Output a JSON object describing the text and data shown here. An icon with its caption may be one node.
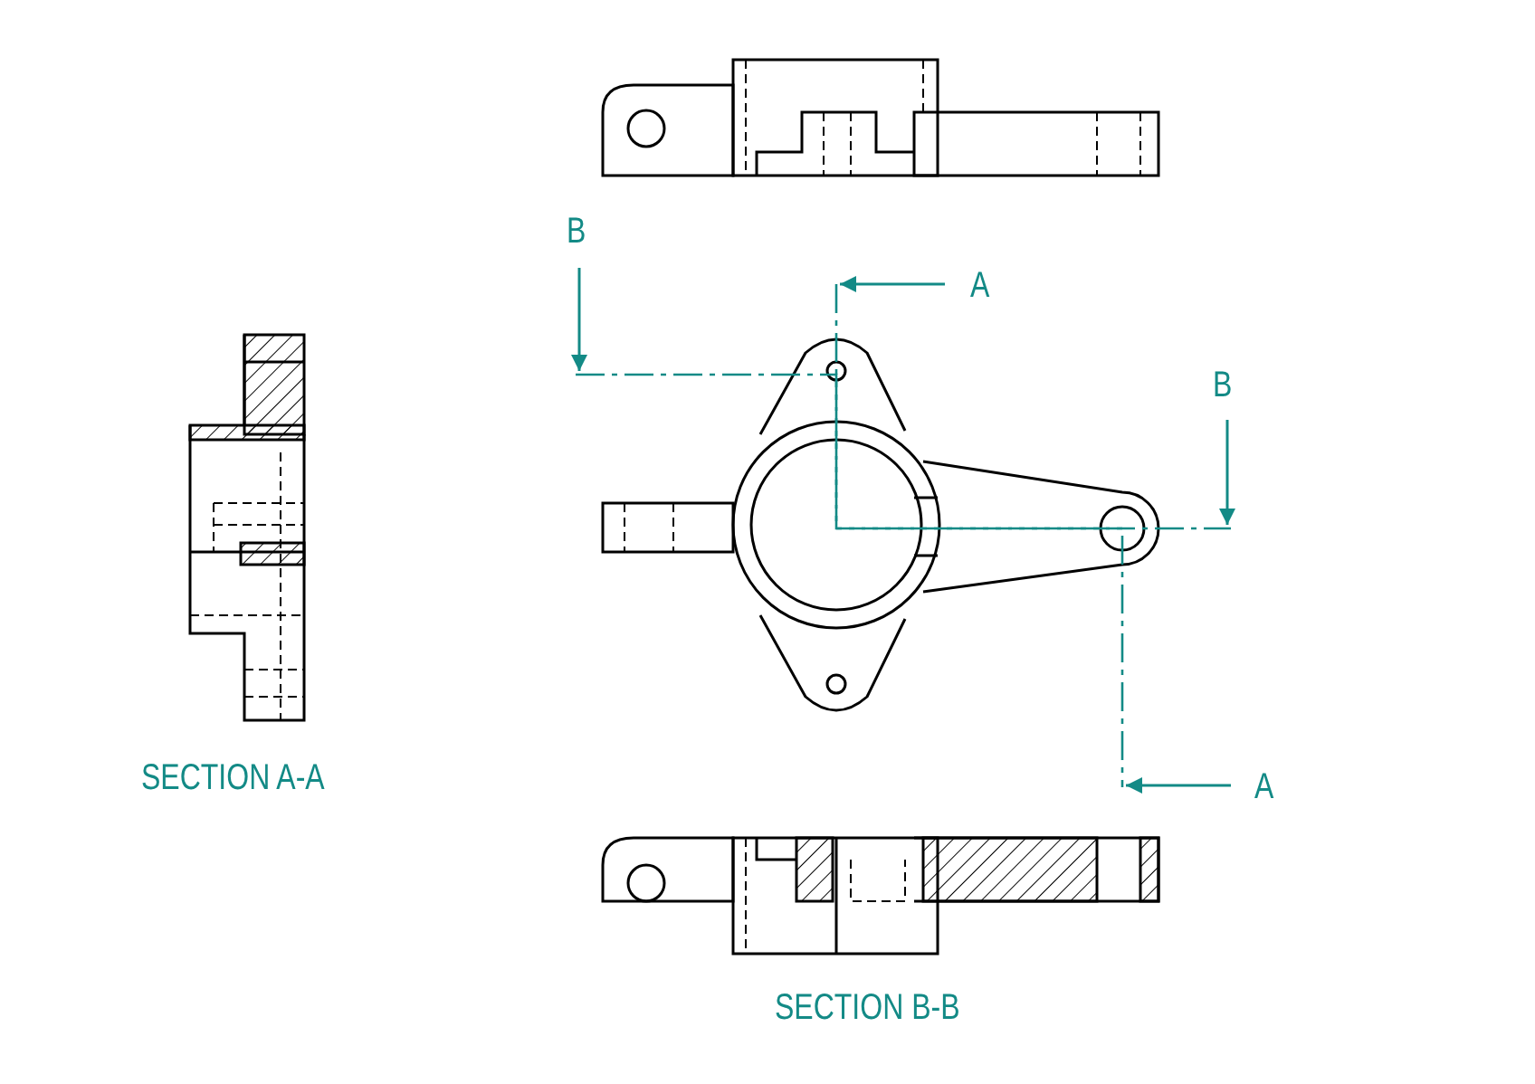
{
  "diagram": {
    "labels": [
      "B",
      "A",
      "B",
      "SECTION A-A",
      "A",
      "SECTION B-B"
    ]
  }
}
